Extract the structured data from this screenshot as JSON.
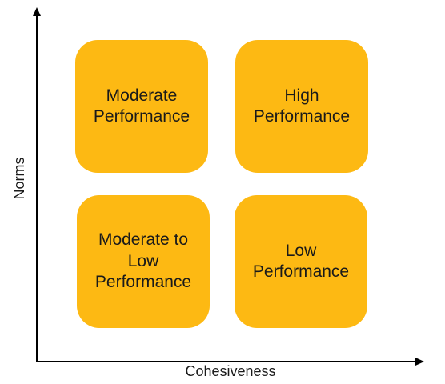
{
  "axes": {
    "x_label": "Cohesiveness",
    "y_label": "Norms"
  },
  "quadrants": {
    "top_left": "Moderate\nPerformance",
    "top_right": "High\nPerformance",
    "bottom_left": "Moderate to\nLow\nPerformance",
    "bottom_right": "Low\nPerformance"
  },
  "colors": {
    "box_fill": "#fdb913",
    "axis": "#000000",
    "text": "#1a1a1a"
  }
}
